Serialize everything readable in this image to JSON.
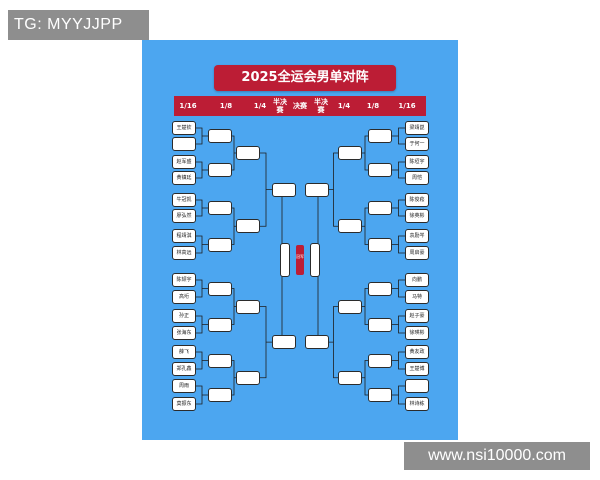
{
  "watermarks": {
    "top": "TG: MYYJJPP",
    "bottom": "www.nsi10000.com"
  },
  "header": {
    "title": "2025全运会男单对阵"
  },
  "rounds": {
    "r16_left": "1/16",
    "r8_left": "1/8",
    "r4_left": "1/4",
    "semi_left": [
      "半决",
      "赛"
    ],
    "final": "决赛",
    "semi_right": [
      "半决",
      "赛"
    ],
    "r4_right": "1/4",
    "r8_right": "1/8",
    "r16_right": "1/16"
  },
  "champion_label": "冠军",
  "players": {
    "left": [
      "王楚钦",
      "",
      "赵军盛",
      "黄镇廷",
      "牛冠凯",
      "廖弘然",
      "程靖淇",
      "林高远",
      "陈颉宇",
      "高垳",
      "孙正",
      "张海东",
      "薛飞",
      "郑孔鑫",
      "周雨",
      "莫振东"
    ],
    "right": [
      "梁靖崑",
      "于何一",
      "陈垣宇",
      "周恺",
      "陈俊菘",
      "徐英彬",
      "袁励岑",
      "周启豪",
      "向鹏",
      "马特",
      "赵子豪",
      "徐瑛彬",
      "黄友政",
      "王楚博",
      "",
      "林诗栋"
    ]
  },
  "colors": {
    "poster_bg": "#4ca6f0",
    "accent_red": "#bc1d35",
    "line": "#1e1e1e"
  }
}
